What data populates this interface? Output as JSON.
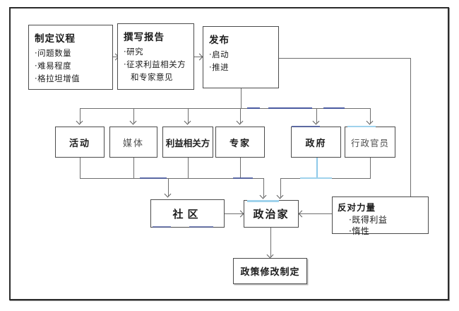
{
  "diagram": {
    "stages": {
      "agenda": {
        "title": "制定议程",
        "bullets": [
          "·问题数量",
          "·难易程度",
          "·格拉坦增值"
        ]
      },
      "report": {
        "title": "撰写报告",
        "bullets": [
          "·研究",
          "·征求利益相关方",
          "和专家意见"
        ]
      },
      "publish": {
        "title": "发布",
        "bullets": [
          "·启动",
          "·推进"
        ]
      }
    },
    "channels": {
      "activities": "活动",
      "media": "媒体",
      "stakeholders": "利益相关方",
      "experts": "专家",
      "government": "政府",
      "officials": "行政官员"
    },
    "actors": {
      "community": "社区",
      "politicians": "政治家",
      "opposition": {
        "title": "反对力量",
        "bullets": [
          "·既得利益",
          "·惰性"
        ]
      }
    },
    "outcome": "政策修改制定",
    "colors": {
      "line": "#6e6e6e",
      "box_border": "#4b4b4b",
      "accent_blue": "#4a5aa0",
      "accent_light_blue": "#9fd2ec",
      "background": "#ffffff"
    }
  }
}
